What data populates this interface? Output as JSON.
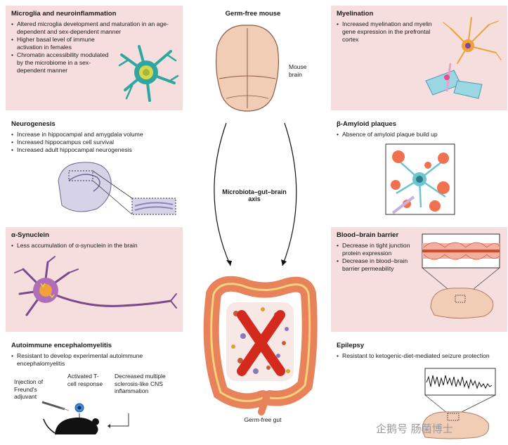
{
  "panels": {
    "microglia": {
      "title": "Microglia and neuroinflammation",
      "items": [
        "Altered microglia development and maturation in an age-dependent and sex-dependent manner",
        "Higher basal level of immune activation in females",
        "Chromatin accessibility modulated by the microbiome in a sex-dependent manner"
      ]
    },
    "myelination": {
      "title": "Myelination",
      "items": [
        "Increased myelination and myelin gene expression in the prefrontal cortex"
      ]
    },
    "neurogenesis": {
      "title": "Neurogenesis",
      "items": [
        "Increase in hippocampal and amygdala volume",
        "Increased hippocampus cell survival",
        "Increased adult hippocampal neurogenesis"
      ]
    },
    "amyloid": {
      "title": "β-Amyloid plaques",
      "items": [
        "Absence of amyloid plaque build up"
      ]
    },
    "synuclein": {
      "title": "α-Synuclein",
      "items": [
        "Less accumulation of α-synuclein in the brain"
      ]
    },
    "bbb": {
      "title": "Blood–brain barrier",
      "items": [
        "Decrease in tight junction protein expression",
        "Decrease in blood–brain barrier permeability"
      ]
    },
    "autoimmune": {
      "title": "Autoimmune encephalomyelitis",
      "items": [
        "Resistant to develop experimental autoimmune encephalomyelitis"
      ],
      "label_injection": "Injection of Freund's adjuvant",
      "label_tcell": "Activated T-cell response",
      "label_sclerosis": "Decreased multiple sclerosis-like CNS inflammation"
    },
    "epilepsy": {
      "title": "Epilepsy",
      "items": [
        "Resistant to ketogenic-diet-mediated seizure protection"
      ]
    }
  },
  "center": {
    "top_title": "Germ-free mouse",
    "brain_label": "Mouse brain",
    "axis_label": "Microbiota–gut–brain axis",
    "gut_label": "Germ-free gut"
  },
  "watermark": "企鹅号 肠菌博士",
  "colors": {
    "panel_pink": "#f7dede",
    "brain": "#f2cdb6",
    "gut_outer": "#e8825a",
    "cross": "#d42a1e",
    "neuron_purple": "#7a4a8c"
  }
}
